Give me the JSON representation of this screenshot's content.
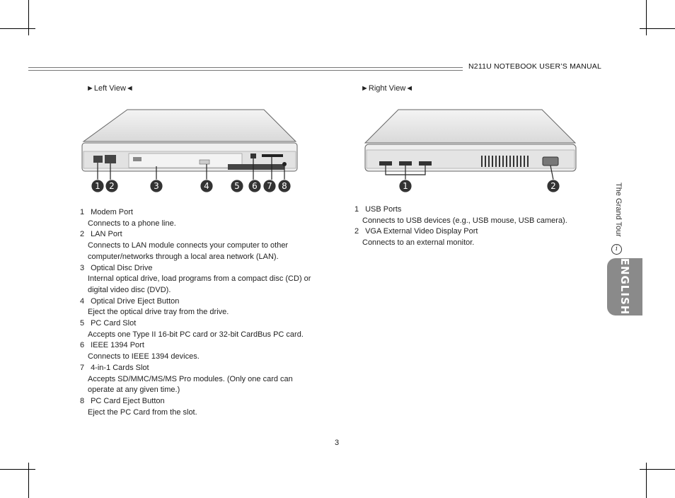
{
  "header": {
    "title": "N211U NOTEBOOK USER’S MANUAL"
  },
  "left_view": {
    "title": "►Left View◄",
    "callouts": [
      "1",
      "2",
      "3",
      "4",
      "5",
      "6",
      "7",
      "8"
    ],
    "items": [
      {
        "num": "1",
        "title": "Modem Port",
        "desc": [
          "Connects to a phone line."
        ]
      },
      {
        "num": "2",
        "title": "LAN Port",
        "desc": [
          "Connects to LAN module connects your computer to other",
          "computer/networks through a local area network (LAN)."
        ]
      },
      {
        "num": "3",
        "title": "Optical Disc Drive",
        "desc": [
          "Internal optical drive, load programs from a compact disc (CD) or",
          "digital video disc (DVD)."
        ]
      },
      {
        "num": "4",
        "title": "Optical Drive Eject Button",
        "desc": [
          "Eject the optical drive tray from the drive."
        ]
      },
      {
        "num": "5",
        "title": "PC Card Slot",
        "desc": [
          "Accepts one Type II 16-bit PC card or 32-bit CardBus PC card."
        ]
      },
      {
        "num": "6",
        "title": "IEEE 1394 Port",
        "desc": [
          "Connects to IEEE 1394 devices."
        ]
      },
      {
        "num": "7",
        "title": "4-in-1 Cards Slot",
        "desc": [
          "Accepts SD/MMC/MS/MS Pro modules. (Only one card can",
          "operate at any given time.)"
        ]
      },
      {
        "num": "8",
        "title": "PC Card Eject Button",
        "desc": [
          "Eject the PC Card from the slot."
        ]
      }
    ]
  },
  "right_view": {
    "title": "►Right View◄",
    "callouts": [
      "1",
      "2"
    ],
    "items": [
      {
        "num": "1",
        "title": "USB Ports",
        "desc": [
          "Connects to USB devices (e.g., USB mouse, USB camera)."
        ]
      },
      {
        "num": "2",
        "title": "VGA External Video Display Port",
        "desc": [
          "Connects to an external monitor."
        ]
      }
    ]
  },
  "side": {
    "section": "The Grand Tour",
    "icon_letter": "i",
    "icon": "info-circle-icon",
    "tab": "ENGLISH"
  },
  "page_number": "3"
}
